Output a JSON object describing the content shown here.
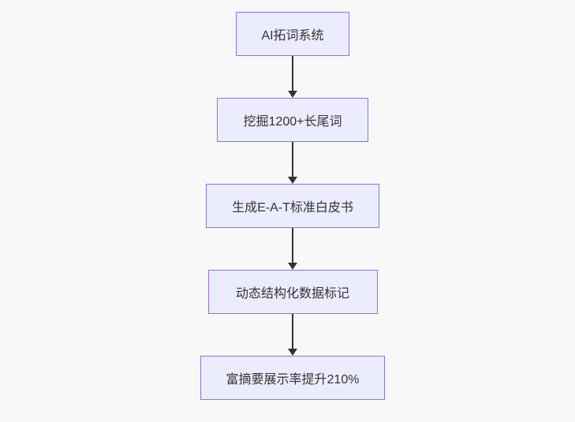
{
  "page": {
    "background_color": "#f8f8f8"
  },
  "diagram": {
    "type": "flowchart",
    "direction": "top-down",
    "node_fill_color": "#ececff",
    "node_border_color": "#9370db",
    "node_text_color": "#333333",
    "arrow_color": "#333333",
    "nodes": [
      {
        "id": "n1",
        "label": "AI拓词系统"
      },
      {
        "id": "n2",
        "label": "挖掘1200+长尾词"
      },
      {
        "id": "n3",
        "label": "生成E-A-T标准白皮书"
      },
      {
        "id": "n4",
        "label": "动态结构化数据标记"
      },
      {
        "id": "n5",
        "label": "富摘要展示率提升210%"
      }
    ],
    "edges": [
      {
        "from": "n1",
        "to": "n2"
      },
      {
        "from": "n2",
        "to": "n3"
      },
      {
        "from": "n3",
        "to": "n4"
      },
      {
        "from": "n4",
        "to": "n5"
      }
    ]
  }
}
